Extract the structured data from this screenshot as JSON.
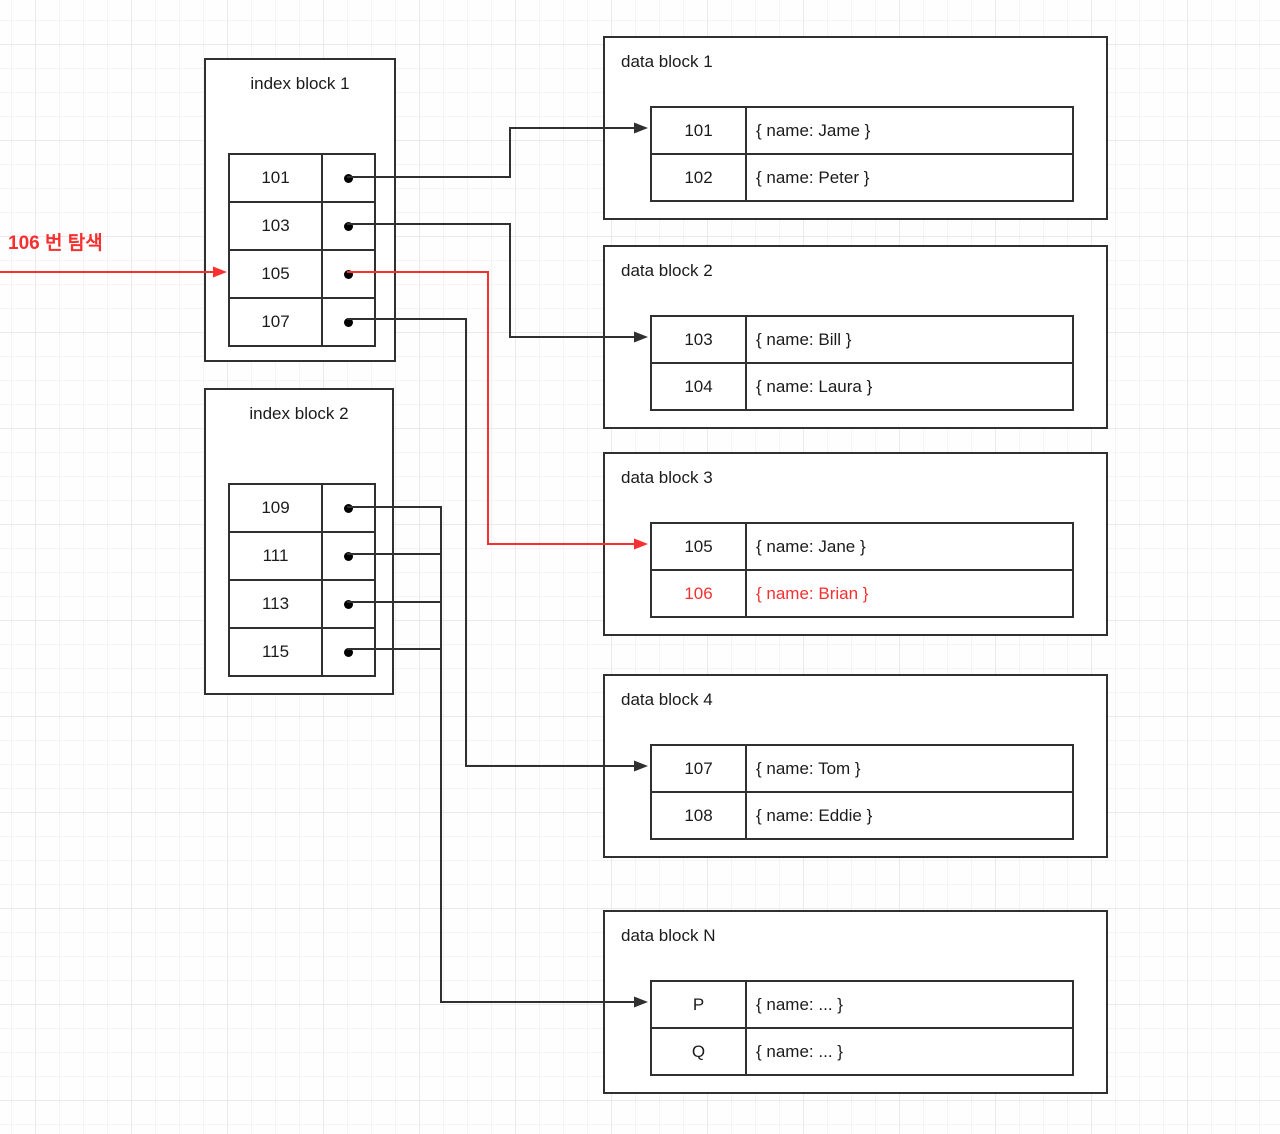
{
  "canvas": {
    "background": "#fefefe",
    "stroke_color": "#303030",
    "accent_red": "#f63030",
    "grid_minor_color": "#f4f4f7",
    "grid_major_color": "#e9e9ee"
  },
  "annotation": {
    "label": "106 번 탐색",
    "color": "#f63030"
  },
  "index_blocks": [
    {
      "title": "index block 1",
      "rows": [
        {
          "key": "101"
        },
        {
          "key": "103"
        },
        {
          "key": "105"
        },
        {
          "key": "107"
        }
      ]
    },
    {
      "title": "index block 2",
      "rows": [
        {
          "key": "109"
        },
        {
          "key": "111"
        },
        {
          "key": "113"
        },
        {
          "key": "115"
        }
      ]
    }
  ],
  "data_blocks": [
    {
      "title": "data block 1",
      "rows": [
        {
          "key": "101",
          "value": "{ name: Jame }",
          "highlight": false
        },
        {
          "key": "102",
          "value": "{ name: Peter }",
          "highlight": false
        }
      ]
    },
    {
      "title": "data block 2",
      "rows": [
        {
          "key": "103",
          "value": "{ name: Bill }",
          "highlight": false
        },
        {
          "key": "104",
          "value": "{ name: Laura }",
          "highlight": false
        }
      ]
    },
    {
      "title": "data block 3",
      "rows": [
        {
          "key": "105",
          "value": "{ name: Jane }",
          "highlight": false
        },
        {
          "key": "106",
          "value": "{ name: Brian }",
          "highlight": true
        }
      ]
    },
    {
      "title": "data block 4",
      "rows": [
        {
          "key": "107",
          "value": "{ name: Tom }",
          "highlight": false
        },
        {
          "key": "108",
          "value": "{ name: Eddie }",
          "highlight": false
        }
      ]
    },
    {
      "title": "data block N",
      "rows": [
        {
          "key": "P",
          "value": "{ name: ... }",
          "highlight": false
        },
        {
          "key": "Q",
          "value": "{ name: ... }",
          "highlight": false
        }
      ]
    }
  ],
  "connectors": [
    {
      "from": "index block 1 / 101",
      "to": "data block 1 / 101",
      "color": "black"
    },
    {
      "from": "index block 1 / 103",
      "to": "data block 2 / 103",
      "color": "black"
    },
    {
      "from": "index block 1 / 105",
      "to": "data block 3 / 105",
      "color": "red"
    },
    {
      "from": "index block 1 / 107",
      "to": "data block 4 / 107",
      "color": "black"
    },
    {
      "from": "index block 2 / 109, 111, 113, 115",
      "to": "data block N / P",
      "color": "black"
    },
    {
      "from": "106 번 탐색 annotation",
      "to": "index block 1 / 105",
      "color": "red"
    }
  ]
}
